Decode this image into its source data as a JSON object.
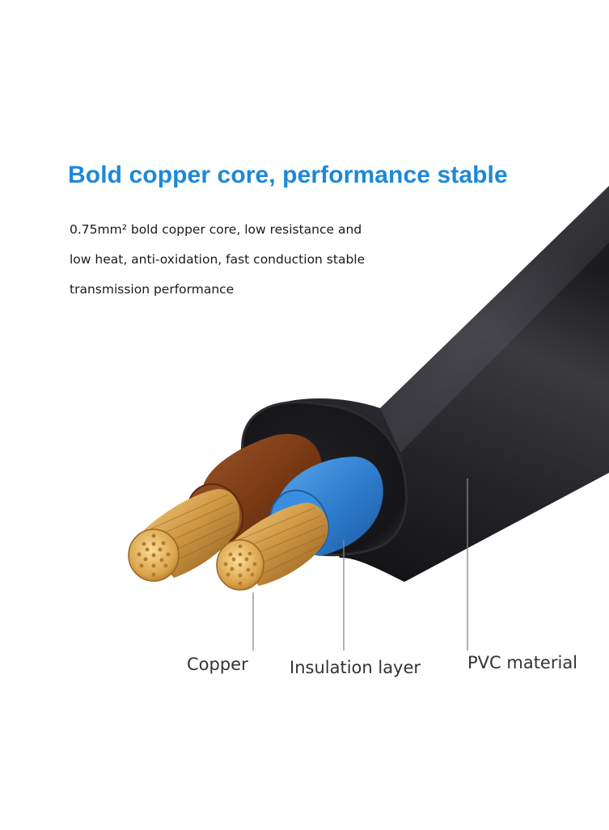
{
  "headline": "Bold copper core, performance stable",
  "description_lines": [
    "0.75mm² bold copper core, low resistance and",
    "low heat, anti-oxidation, fast conduction stable",
    "transmission performance"
  ],
  "labels": {
    "copper": "Copper",
    "insulation": "Insulation layer",
    "pvc": "PVC material"
  },
  "colors": {
    "headline": "#1e88d8",
    "jacket": "#1d1d1f",
    "brown_insulation": "#7a3a14",
    "blue_insulation": "#2f7fd0",
    "copper": "#d29a45"
  }
}
